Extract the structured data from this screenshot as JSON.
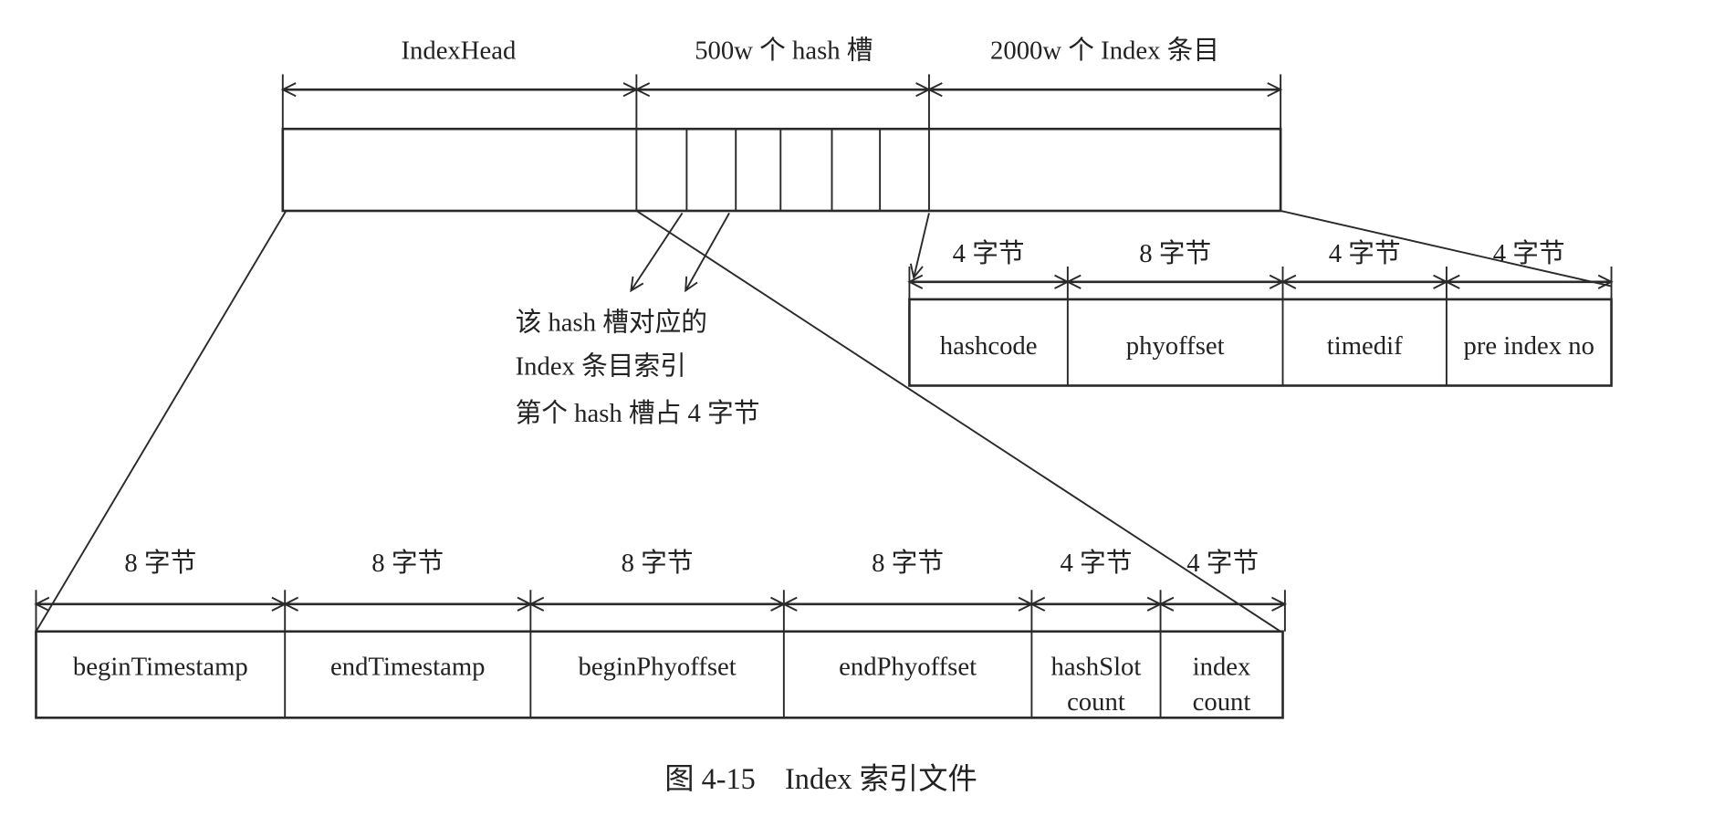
{
  "top": {
    "labels": [
      "IndexHead",
      "500w 个 hash 槽",
      "2000w 个 Index 条目"
    ]
  },
  "annotation": {
    "lines": [
      "该 hash 槽对应的",
      "Index 条目索引",
      "第个 hash 槽占 4 字节"
    ]
  },
  "index_entry": {
    "sizes": [
      "4 字节",
      "8 字节",
      "4 字节",
      "4 字节"
    ],
    "fields": [
      [
        "hashcode"
      ],
      [
        "phyoffset"
      ],
      [
        "timedif"
      ],
      [
        "pre index no"
      ]
    ]
  },
  "index_head": {
    "sizes": [
      "8 字节",
      "8 字节",
      "8 字节",
      "8 字节",
      "4 字节",
      "4 字节"
    ],
    "fields": [
      [
        "beginTimestamp"
      ],
      [
        "endTimestamp"
      ],
      [
        "beginPhyoffset"
      ],
      [
        "endPhyoffset"
      ],
      [
        "hashSlot",
        "count"
      ],
      [
        "index",
        "count"
      ]
    ]
  },
  "caption": "图 4-15　Index 索引文件"
}
